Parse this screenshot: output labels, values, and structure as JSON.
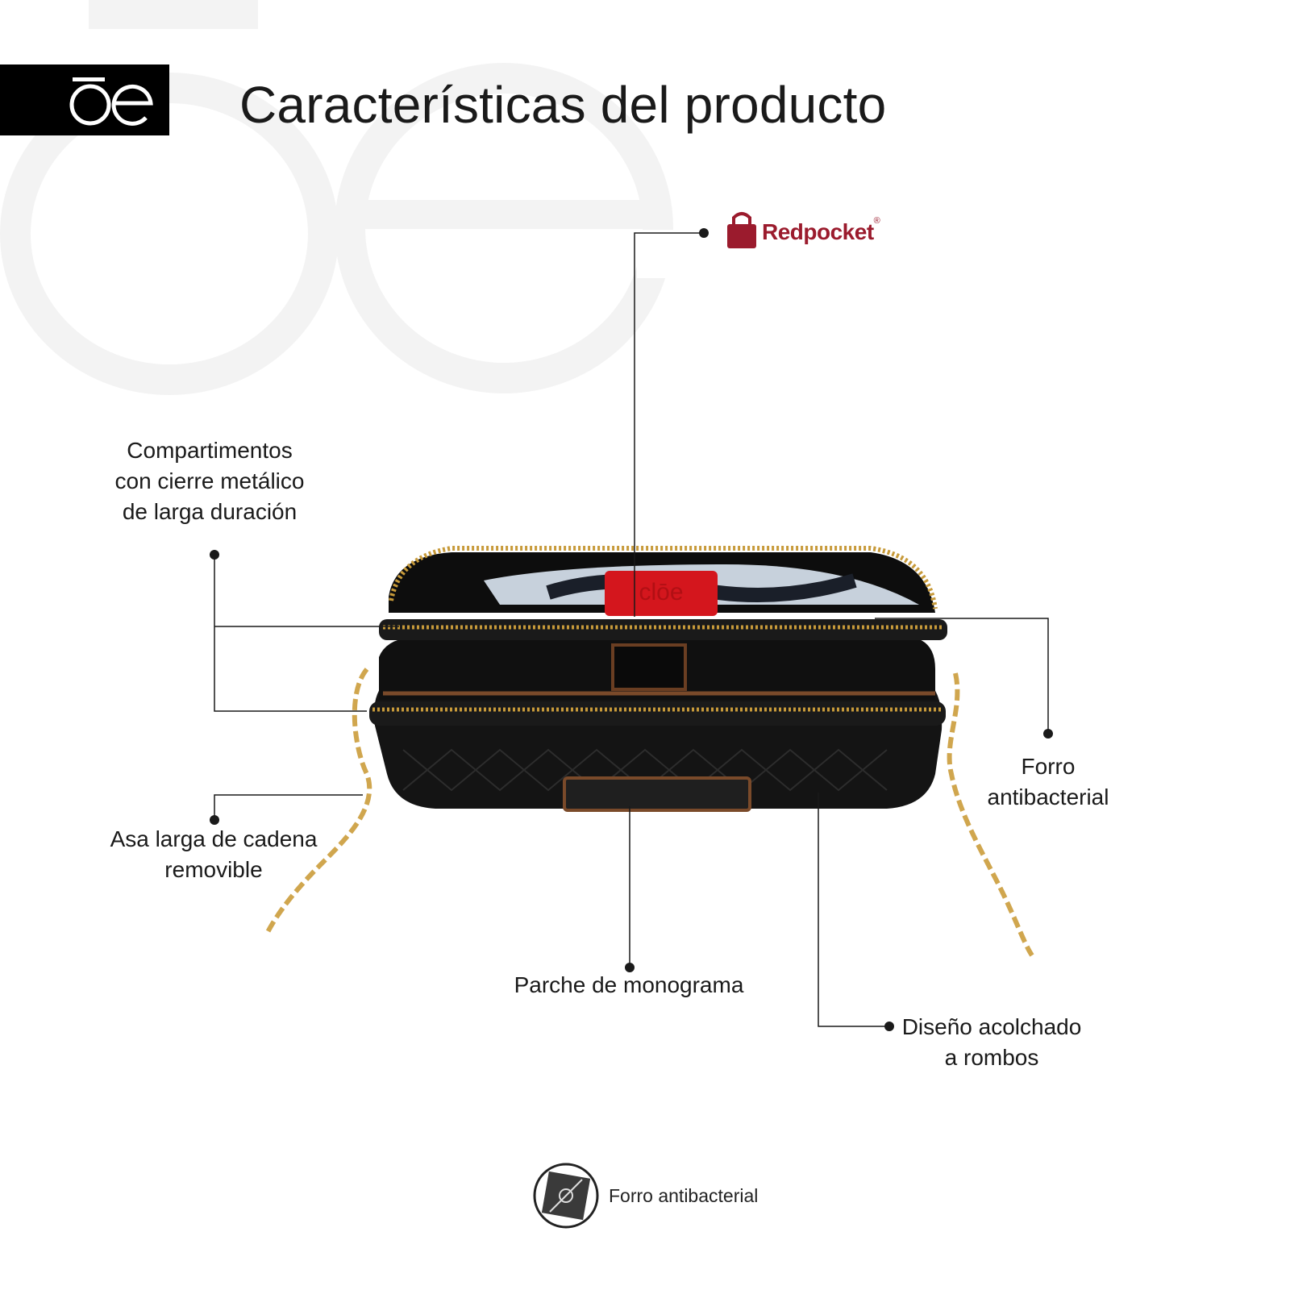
{
  "page": {
    "title": "Características del producto",
    "logo_text": "ōe"
  },
  "brand": {
    "name": "Redpocket",
    "mark": "®",
    "color": "#9b1b2d"
  },
  "callouts": {
    "compartments": [
      "Compartimentos",
      "con cierre metálico",
      "de larga duración"
    ],
    "chain": [
      "Asa larga de cadena",
      "removible"
    ],
    "lining": [
      "Forro",
      "antibacterial"
    ],
    "patch": "Parche de monograma",
    "quilted": [
      "Diseño acolchado",
      "a rombos"
    ]
  },
  "product": {
    "tag_text": "clōe"
  },
  "feature_badge": {
    "icon": "antibacterial-shield-icon",
    "label": "Forro antibacterial"
  },
  "colors": {
    "accent_red": "#d4161d",
    "bag_black": "#121212",
    "zipper_gold": "#c79a3a",
    "watermark": "#f3f3f3"
  }
}
